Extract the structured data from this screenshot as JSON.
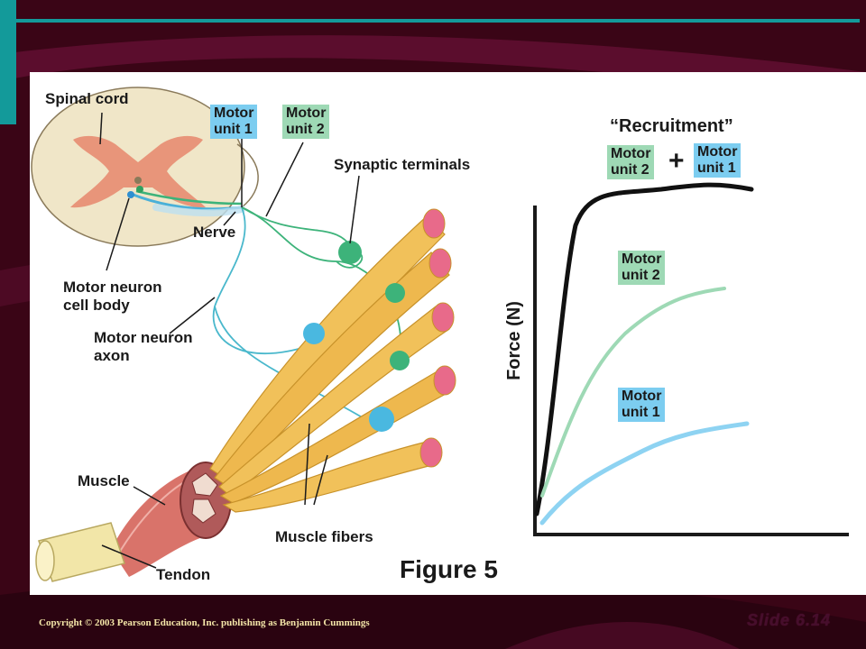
{
  "labels": {
    "spinal_cord": "Spinal cord",
    "motor_unit_1": "Motor\nunit 1",
    "motor_unit_2": "Motor\nunit 2",
    "synaptic_terminals": "Synaptic terminals",
    "nerve": "Nerve",
    "motor_neuron_cell_body": "Motor neuron\ncell body",
    "motor_neuron_axon": "Motor neuron\naxon",
    "muscle": "Muscle",
    "tendon": "Tendon",
    "muscle_fibers": "Muscle fibers",
    "figure": "Figure 5"
  },
  "graph": {
    "title": "“Recruitment”",
    "plus": "+",
    "ylabel": "Force (N)",
    "recruit_box_1": "Motor\nunit 2",
    "recruit_box_2": "Motor\nunit 1",
    "mid_box": "Motor\nunit 2",
    "low_box": "Motor\nunit 1"
  },
  "footer": {
    "copyright": "Copyright © 2003 Pearson Education, Inc. publishing as Benjamin Cummings",
    "slide": "Slide 6.14"
  },
  "colors": {
    "teal": "#139a9a",
    "background": "#3a0516",
    "motor_unit_1": "#7ccdf0",
    "motor_unit_2": "#9ed9b5"
  }
}
